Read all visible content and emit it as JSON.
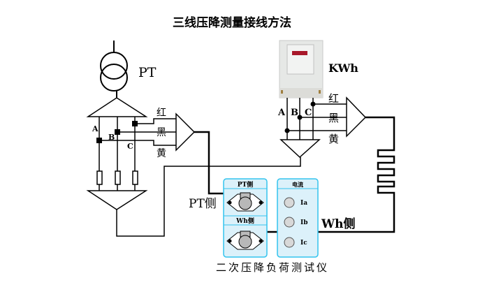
{
  "title": "三线压降测量接线方法",
  "pt_label": "PT",
  "kwh_label": "KWh",
  "phase_labels": {
    "a": "A",
    "b": "B",
    "c": "C"
  },
  "wire_colors": {
    "red": "红",
    "black": "黑",
    "yellow": "黄"
  },
  "pt_side_label": "PT侧",
  "wh_side_label": "Wh侧",
  "instrument": {
    "pt_header": "PT侧",
    "wh_header": "Wh侧",
    "current_header": "电流",
    "current_ports": [
      "Ia",
      "Ib",
      "Ic"
    ],
    "caption": "二次压降负荷测试仪"
  },
  "colors": {
    "panel_border": "#33c4ee",
    "panel_fill": "#dcf1fa",
    "connector": "#b8b8b8"
  }
}
